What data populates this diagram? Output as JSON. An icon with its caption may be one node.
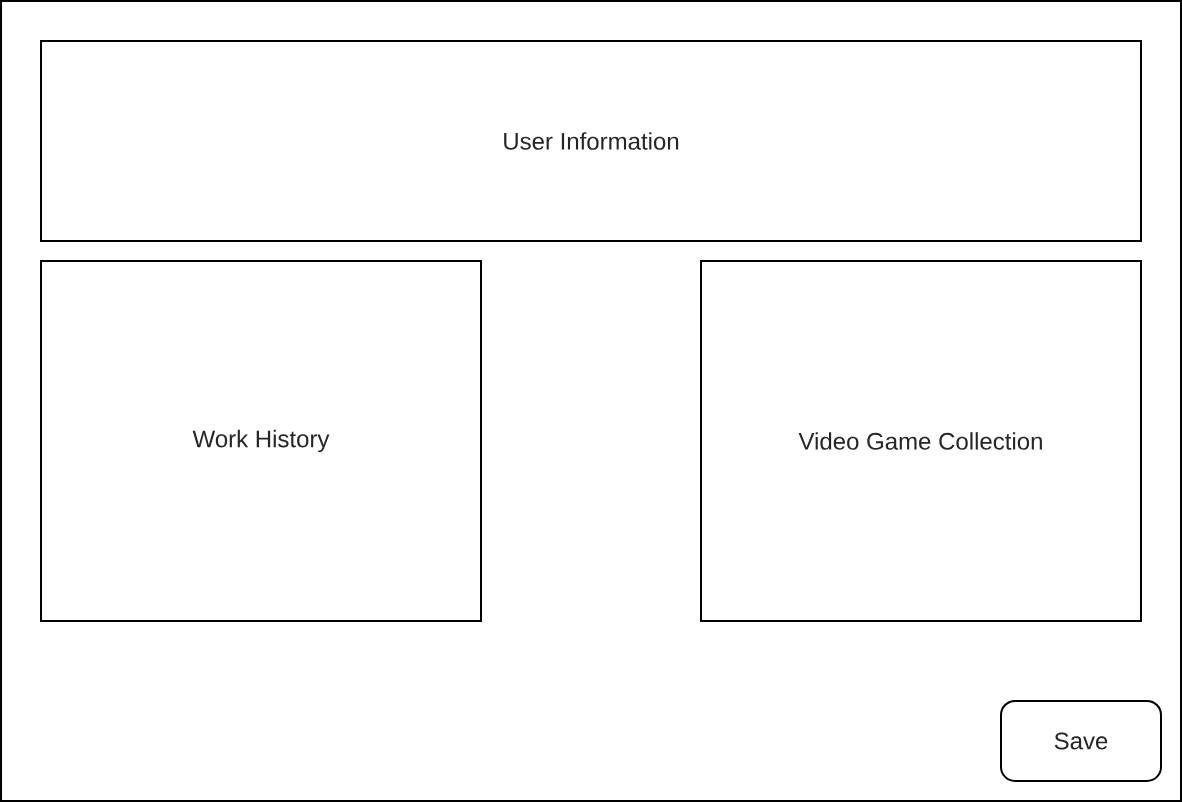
{
  "diagram": {
    "nodes": [
      {
        "text": [],
        "shape": "box"
      },
      {
        "text": [
          "User Information"
        ],
        "in": 0
      },
      {
        "text": [
          "Work History"
        ],
        "in": 0
      },
      {
        "text": [
          "Video Game Collection"
        ],
        "in": 0
      },
      {
        "text": [
          "Save"
        ],
        "in": 0
      }
    ]
  }
}
